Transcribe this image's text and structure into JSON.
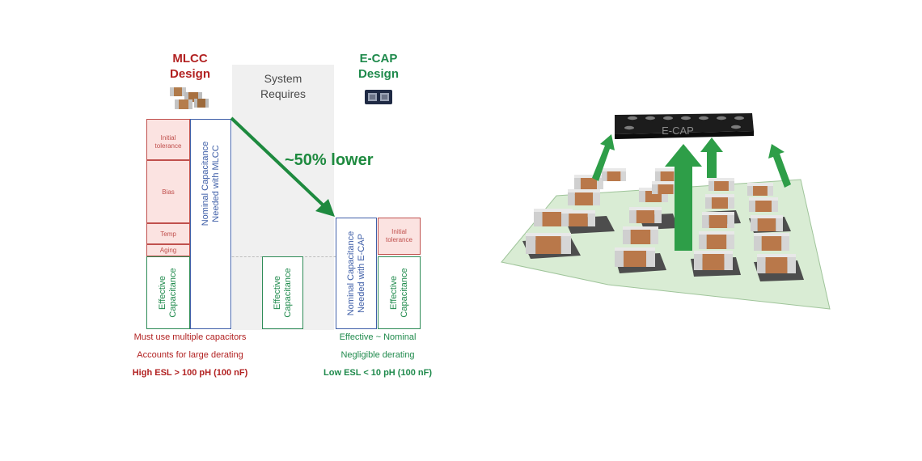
{
  "mlcc": {
    "title_line1": "MLCC",
    "title_line2": "Design",
    "segments": {
      "initial": "Initial tolerance",
      "bias": "Bias",
      "temp": "Temp",
      "aging": "Aging"
    },
    "effective_label": "Effective Capacitance",
    "nominal_label_line1": "Nominal Capacitance",
    "nominal_label_line2": "Needed with MLCC",
    "notes": [
      "Must use multiple capacitors",
      "Accounts for large derating",
      "High ESL > 100 pH (100 nF)"
    ]
  },
  "system": {
    "title_line1": "System",
    "title_line2": "Requires",
    "effective_label": "Effective Capacitance"
  },
  "ecap": {
    "title_line1": "E-CAP",
    "title_line2": "Design",
    "nominal_label_line1": "Nominal Capacitance",
    "nominal_label_line2": "Needed with E-CAP",
    "initial_label": "Initial tolerance",
    "effective_label": "Effective Capacitance",
    "notes": [
      "Effective ~ Nominal",
      "Negligible derating",
      "Low ESL < 10 pH (100 nF)"
    ]
  },
  "arrow_label": "~50% lower",
  "illustration": {
    "chip_label": "E-CAP"
  },
  "colors": {
    "red": "#b22222",
    "green": "#1f8a4c",
    "blue": "#3f5fa8",
    "board": "#d9ecd4",
    "arrow": "#2e9e48"
  }
}
